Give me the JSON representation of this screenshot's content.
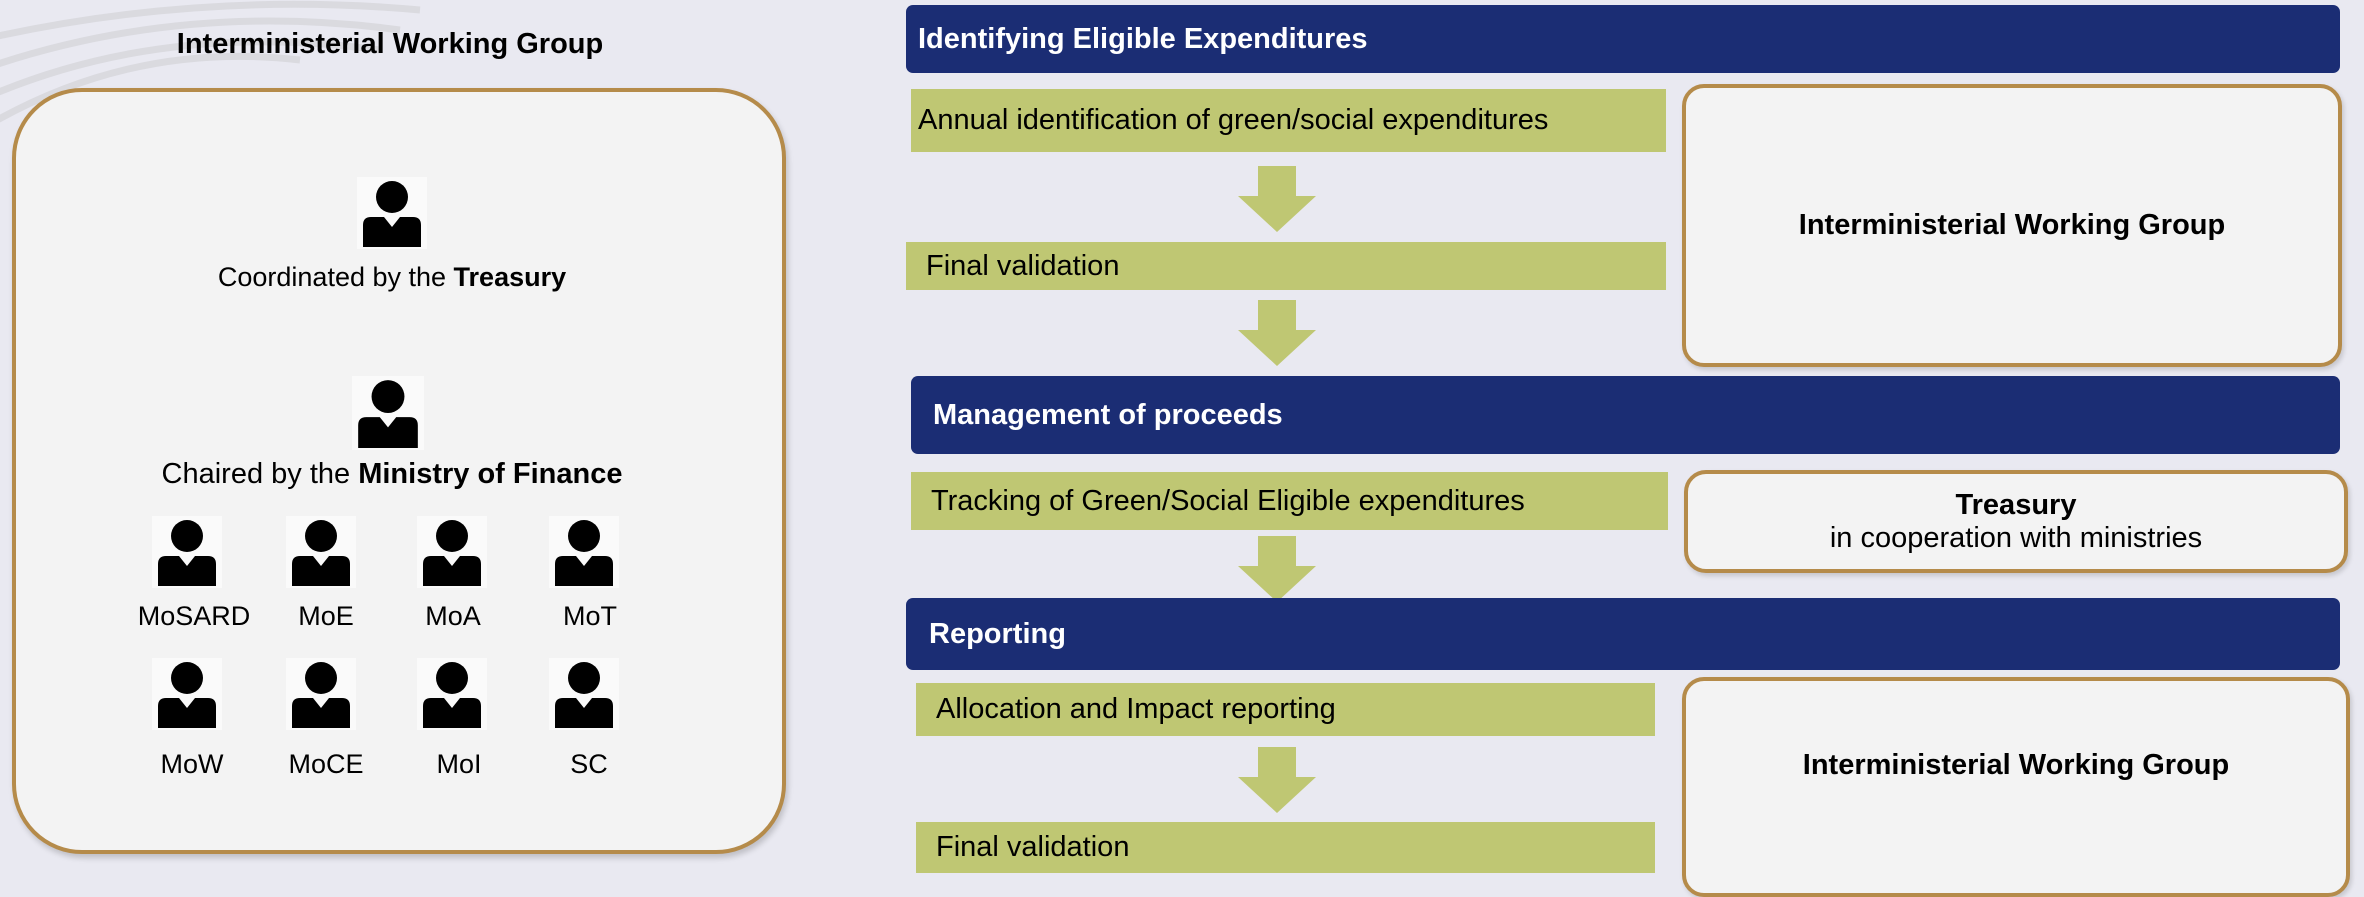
{
  "left": {
    "title": "Interministerial Working Group",
    "coordinator": {
      "prefix": "Coordinated by the ",
      "bold": "Treasury"
    },
    "chair": {
      "prefix": "Chaired by the ",
      "bold": "Ministry of Finance"
    },
    "members_row1": [
      "MoSARD",
      "MoE",
      "MoA",
      "MoT"
    ],
    "members_row2": [
      "MoW",
      "MoCE",
      "MoI",
      "SC"
    ]
  },
  "sections": {
    "identifying": {
      "header": "Identifying Eligible Expenditures",
      "step1": "Annual identification of green/social expenditures",
      "step2": "Final validation",
      "responsible": "Interministerial  Working Group"
    },
    "management": {
      "header": "Management of proceeds",
      "step1": "Tracking of Green/Social Eligible expenditures",
      "responsible_bold": "Treasury",
      "responsible_sub": "in cooperation with  ministries"
    },
    "reporting": {
      "header": "Reporting",
      "step1": "Allocation and Impact reporting",
      "step2": "Final validation",
      "responsible": "Interministerial  Working Group"
    }
  },
  "colors": {
    "navy": "#1b2d74",
    "green": "#bfc773",
    "gold_border": "#b58b4a",
    "background": "#e9e9f1"
  },
  "icons": [
    "person-icon",
    "down-arrow-icon"
  ]
}
